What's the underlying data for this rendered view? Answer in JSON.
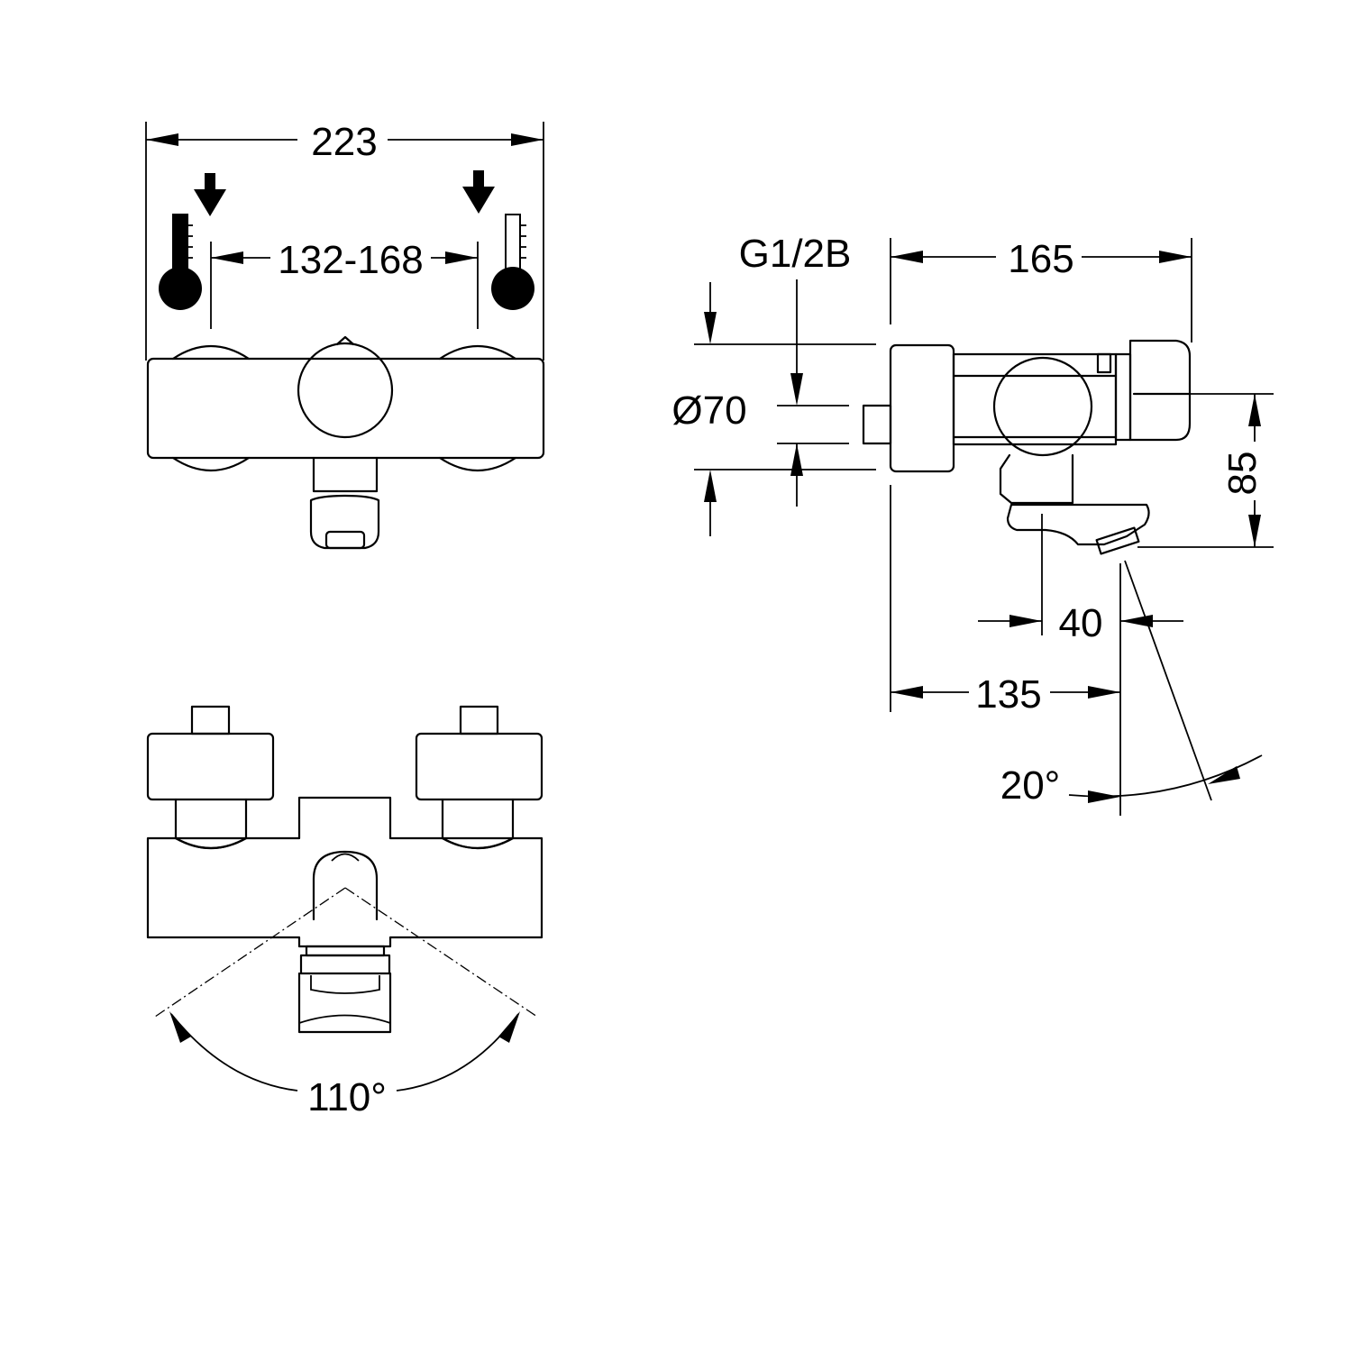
{
  "dimensions": {
    "overall_width": "223",
    "inlet_spacing": "132-168",
    "thread": "G1/2B",
    "diameter": "Ø70",
    "depth": "165",
    "height": "85",
    "spout_offset": "40",
    "spout_projection": "135",
    "spout_angle": "20°",
    "swivel_angle": "110°"
  },
  "icons": {
    "cold": "thermometer-cold-icon",
    "hot": "thermometer-hot-icon",
    "inlet_arrow": "arrow-down-icon"
  }
}
